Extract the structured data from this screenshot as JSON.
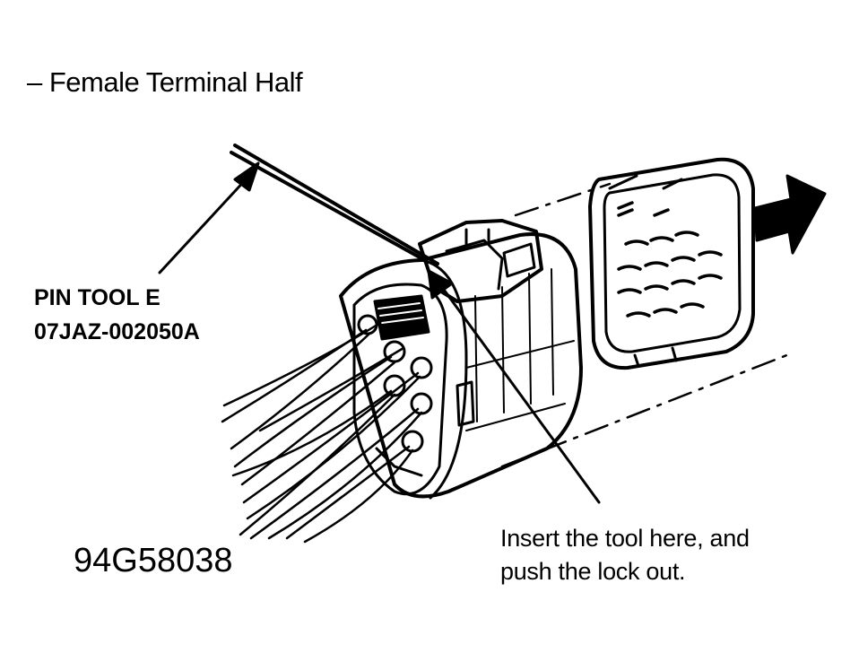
{
  "title": "– Female Terminal Half",
  "tool": {
    "name": "PIN TOOL E",
    "part_number": "07JAZ-002050A"
  },
  "note": {
    "line1": "Insert the tool here, and",
    "line2": "push the lock out."
  },
  "figure_id": "94G58038",
  "colors": {
    "ink": "#000000",
    "paper": "#ffffff"
  }
}
